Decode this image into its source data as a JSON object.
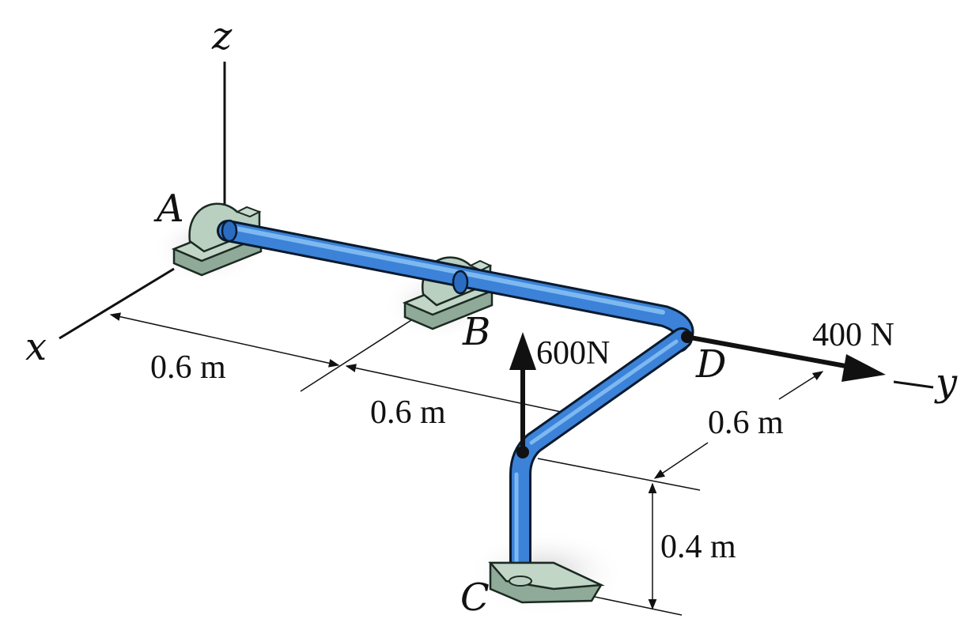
{
  "axes": {
    "x": "x",
    "y": "y",
    "z": "z"
  },
  "points": {
    "A": "A",
    "B": "B",
    "C": "C",
    "D": "D"
  },
  "forces": {
    "vertical": "600N",
    "horizontal": "400 N"
  },
  "dimensions": {
    "ab": "0.6 m",
    "bd": "0.6 m",
    "dc_horizontal": "0.6 m",
    "c_vertical": "0.4 m"
  },
  "colors": {
    "pipe": "#3b82d8",
    "pipe_highlight": "#7db8f0",
    "pipe_outline": "#0a1a2e",
    "support": "#b9cfc0",
    "support_shade": "#8faa98",
    "ground_shadow": "#d6d6d6"
  }
}
